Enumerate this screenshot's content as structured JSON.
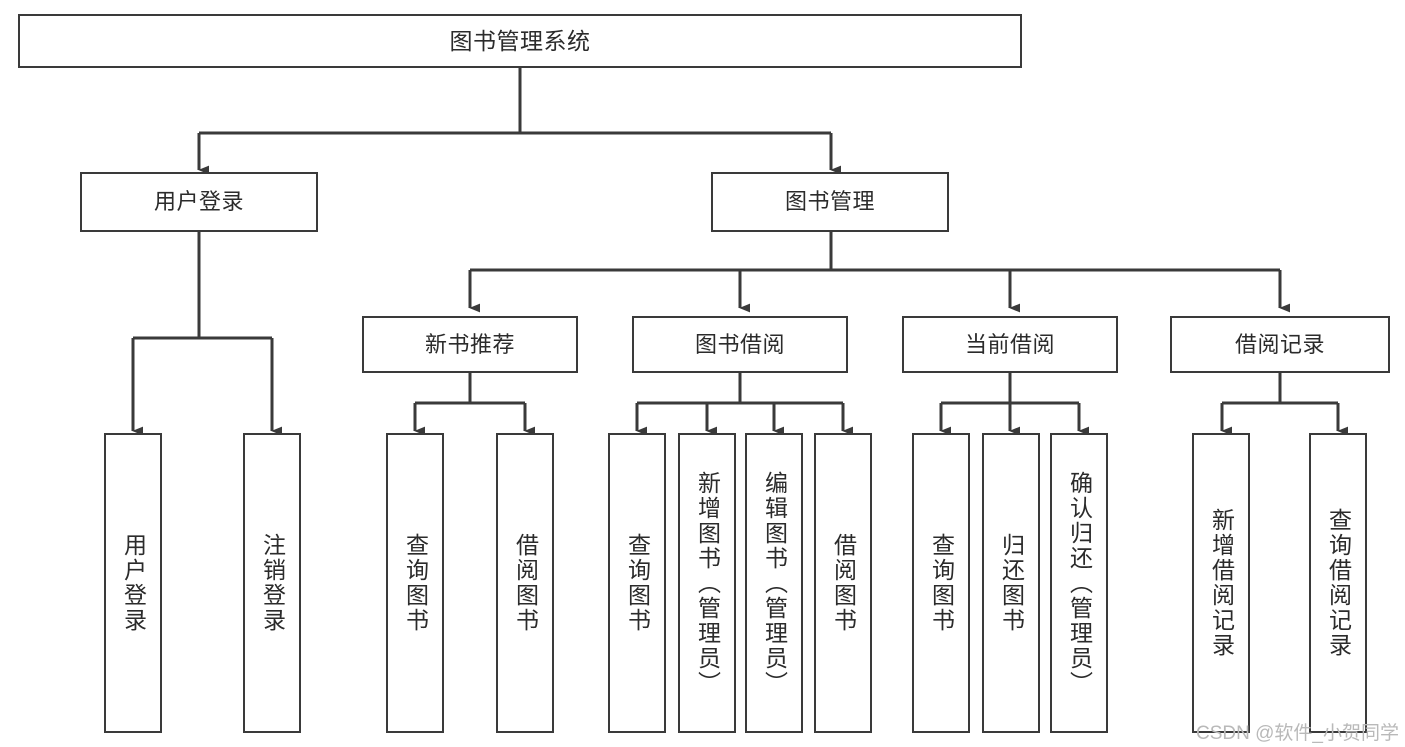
{
  "diagram": {
    "title": "图书管理系统",
    "type": "hierarchy-tree",
    "watermark": "CSDN @软件_小贺同学",
    "colors": {
      "background": "#ffffff",
      "box_border": "#3a3a3a",
      "text": "#2b2b2b",
      "connector": "#3a3a3a",
      "watermark": "#b9b9b9"
    },
    "nodes": {
      "root": {
        "label": "图书管理系统"
      },
      "level2": [
        {
          "label": "用户登录"
        },
        {
          "label": "图书管理"
        }
      ],
      "level3": [
        {
          "label": "新书推荐"
        },
        {
          "label": "图书借阅"
        },
        {
          "label": "当前借阅"
        },
        {
          "label": "借阅记录"
        }
      ],
      "leaves": {
        "user_login": [
          {
            "label": "用户登录"
          },
          {
            "label": "注销登录"
          }
        ],
        "new_book_recommend": [
          {
            "label": "查询图书"
          },
          {
            "label": "借阅图书"
          }
        ],
        "book_borrow": [
          {
            "label": "查询图书"
          },
          {
            "label": "新增图书（管理员）"
          },
          {
            "label": "编辑图书（管理员）"
          },
          {
            "label": "借阅图书"
          }
        ],
        "current_borrow": [
          {
            "label": "查询图书"
          },
          {
            "label": "归还图书"
          },
          {
            "label": "确认归还（管理员）"
          }
        ],
        "borrow_record": [
          {
            "label": "新增借阅记录"
          },
          {
            "label": "查询借阅记录"
          }
        ]
      }
    }
  }
}
